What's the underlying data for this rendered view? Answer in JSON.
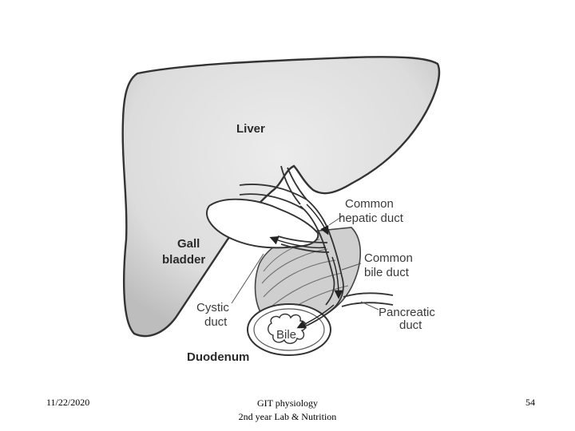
{
  "diagram": {
    "labels": {
      "liver": "Liver",
      "gall_1": "Gall",
      "gall_2": "bladder",
      "common_hepatic_1": "Common",
      "common_hepatic_2": "hepatic duct",
      "common_bile_1": "Common",
      "common_bile_2": "bile duct",
      "cystic_1": "Cystic",
      "cystic_2": "duct",
      "pancreatic_1": "Pancreatic",
      "pancreatic_2": "duct",
      "bile": "Bile",
      "duodenum": "Duodenum"
    }
  },
  "footer": {
    "date": "11/22/2020",
    "title_line1": "GIT physiology",
    "title_line2": "2nd year Lab & Nutrition",
    "page": "54"
  }
}
